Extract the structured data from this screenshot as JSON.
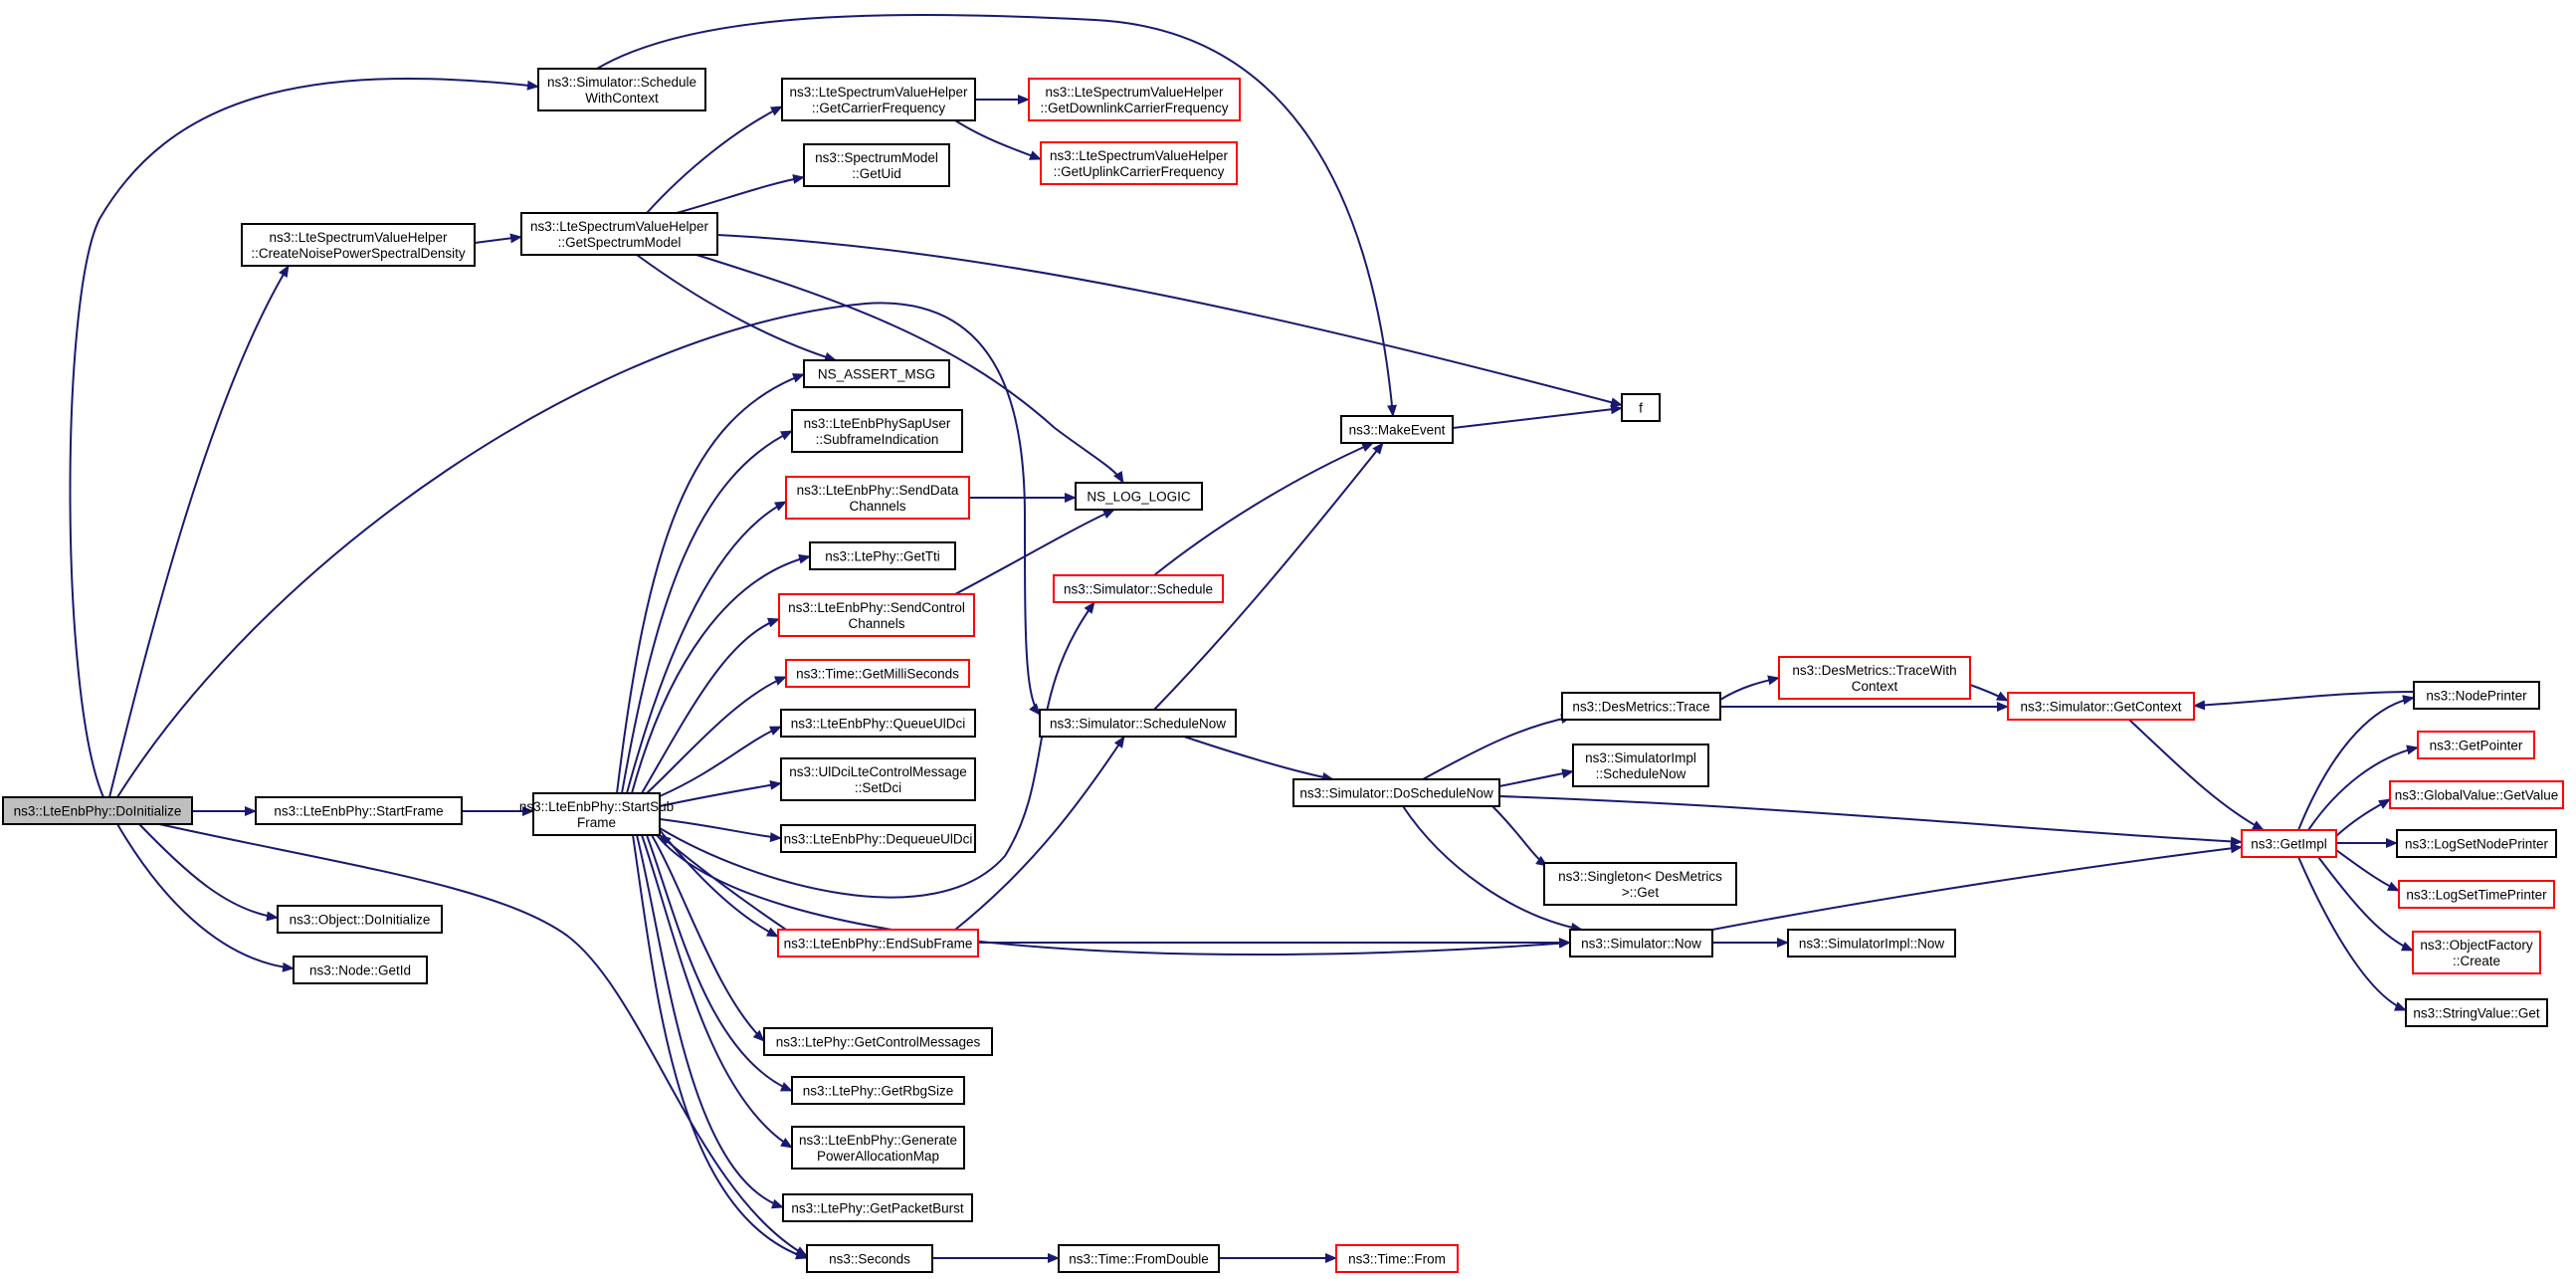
{
  "colors": {
    "edge": "#191970",
    "node_border": "#000000",
    "node_border_incomplete": "#ff0000",
    "root_fill": "#bfbfbf",
    "node_fill": "#ffffff"
  },
  "nodes": [
    {
      "id": "root",
      "lines": [
        "ns3::LteEnbPhy::DoInitialize"
      ],
      "kind": "root"
    },
    {
      "id": "schedwc",
      "lines": [
        "ns3::Simulator::Schedule",
        "WithContext"
      ],
      "kind": "normal"
    },
    {
      "id": "createnoise",
      "lines": [
        "ns3::LteSpectrumValueHelper",
        "::CreateNoisePowerSpectralDensity"
      ],
      "kind": "normal"
    },
    {
      "id": "getspec",
      "lines": [
        "ns3::LteSpectrumValueHelper",
        "::GetSpectrumModel"
      ],
      "kind": "normal"
    },
    {
      "id": "getcarrier",
      "lines": [
        "ns3::LteSpectrumValueHelper",
        "::GetCarrierFrequency"
      ],
      "kind": "normal"
    },
    {
      "id": "getdl",
      "lines": [
        "ns3::LteSpectrumValueHelper",
        "::GetDownlinkCarrierFrequency"
      ],
      "kind": "incomplete"
    },
    {
      "id": "getul",
      "lines": [
        "ns3::LteSpectrumValueHelper",
        "::GetUplinkCarrierFrequency"
      ],
      "kind": "incomplete"
    },
    {
      "id": "getuid",
      "lines": [
        "ns3::SpectrumModel",
        "::GetUid"
      ],
      "kind": "normal"
    },
    {
      "id": "assert",
      "lines": [
        "NS_ASSERT_MSG"
      ],
      "kind": "normal"
    },
    {
      "id": "sapuser",
      "lines": [
        "ns3::LteEnbPhySapUser",
        "::SubframeIndication"
      ],
      "kind": "normal"
    },
    {
      "id": "senddata",
      "lines": [
        "ns3::LteEnbPhy::SendData",
        "Channels"
      ],
      "kind": "incomplete"
    },
    {
      "id": "loglogic",
      "lines": [
        "NS_LOG_LOGIC"
      ],
      "kind": "normal"
    },
    {
      "id": "gettti",
      "lines": [
        "ns3::LtePhy::GetTti"
      ],
      "kind": "normal"
    },
    {
      "id": "sendctrl",
      "lines": [
        "ns3::LteEnbPhy::SendControl",
        "Channels"
      ],
      "kind": "incomplete"
    },
    {
      "id": "getmilli",
      "lines": [
        "ns3::Time::GetMilliSeconds"
      ],
      "kind": "incomplete"
    },
    {
      "id": "queueul",
      "lines": [
        "ns3::LteEnbPhy::QueueUlDci"
      ],
      "kind": "normal"
    },
    {
      "id": "setdci",
      "lines": [
        "ns3::UlDciLteControlMessage",
        "::SetDci"
      ],
      "kind": "normal"
    },
    {
      "id": "dequeueul",
      "lines": [
        "ns3::LteEnbPhy::DequeueUlDci"
      ],
      "kind": "normal"
    },
    {
      "id": "startframe",
      "lines": [
        "ns3::LteEnbPhy::StartFrame"
      ],
      "kind": "normal"
    },
    {
      "id": "startsub",
      "lines": [
        "ns3::LteEnbPhy::StartSub",
        "Frame"
      ],
      "kind": "normal"
    },
    {
      "id": "objinit",
      "lines": [
        "ns3::Object::DoInitialize"
      ],
      "kind": "normal"
    },
    {
      "id": "nodegetid",
      "lines": [
        "ns3::Node::GetId"
      ],
      "kind": "normal"
    },
    {
      "id": "endsub",
      "lines": [
        "ns3::LteEnbPhy::EndSubFrame"
      ],
      "kind": "incomplete"
    },
    {
      "id": "getctrlmsg",
      "lines": [
        "ns3::LtePhy::GetControlMessages"
      ],
      "kind": "normal"
    },
    {
      "id": "getrbg",
      "lines": [
        "ns3::LtePhy::GetRbgSize"
      ],
      "kind": "normal"
    },
    {
      "id": "genpower",
      "lines": [
        "ns3::LteEnbPhy::Generate",
        "PowerAllocationMap"
      ],
      "kind": "normal"
    },
    {
      "id": "getpkt",
      "lines": [
        "ns3::LtePhy::GetPacketBurst"
      ],
      "kind": "normal"
    },
    {
      "id": "seconds",
      "lines": [
        "ns3::Seconds"
      ],
      "kind": "normal"
    },
    {
      "id": "fromdouble",
      "lines": [
        "ns3::Time::FromDouble"
      ],
      "kind": "normal"
    },
    {
      "id": "timefrom",
      "lines": [
        "ns3::Time::From"
      ],
      "kind": "incomplete"
    },
    {
      "id": "makeevent",
      "lines": [
        "ns3::MakeEvent"
      ],
      "kind": "normal"
    },
    {
      "id": "f",
      "lines": [
        "f"
      ],
      "kind": "normal"
    },
    {
      "id": "schedule",
      "lines": [
        "ns3::Simulator::Schedule"
      ],
      "kind": "incomplete"
    },
    {
      "id": "schednow",
      "lines": [
        "ns3::Simulator::ScheduleNow"
      ],
      "kind": "normal"
    },
    {
      "id": "doschednow",
      "lines": [
        "ns3::Simulator::DoScheduleNow"
      ],
      "kind": "normal"
    },
    {
      "id": "destrace",
      "lines": [
        "ns3::DesMetrics::Trace"
      ],
      "kind": "normal"
    },
    {
      "id": "tracewith",
      "lines": [
        "ns3::DesMetrics::TraceWith",
        "Context"
      ],
      "kind": "incomplete"
    },
    {
      "id": "implsched",
      "lines": [
        "ns3::SimulatorImpl",
        "::ScheduleNow"
      ],
      "kind": "normal"
    },
    {
      "id": "singleton",
      "lines": [
        "ns3::Singleton< DesMetrics",
        "&gt;::Get"
      ],
      "kind": "normal"
    },
    {
      "id": "simnow",
      "lines": [
        "ns3::Simulator::Now"
      ],
      "kind": "normal"
    },
    {
      "id": "implnow",
      "lines": [
        "ns3::SimulatorImpl::Now"
      ],
      "kind": "normal"
    },
    {
      "id": "getcontext",
      "lines": [
        "ns3::Simulator::GetContext"
      ],
      "kind": "incomplete"
    },
    {
      "id": "getimpl",
      "lines": [
        "ns3::GetImpl"
      ],
      "kind": "incomplete"
    },
    {
      "id": "nodeprinter",
      "lines": [
        "ns3::NodePrinter"
      ],
      "kind": "normal"
    },
    {
      "id": "getpointer",
      "lines": [
        "ns3::GetPointer"
      ],
      "kind": "incomplete"
    },
    {
      "id": "globalget",
      "lines": [
        "ns3::GlobalValue::GetValue"
      ],
      "kind": "incomplete"
    },
    {
      "id": "logsetnode",
      "lines": [
        "ns3::LogSetNodePrinter"
      ],
      "kind": "normal"
    },
    {
      "id": "logsettime",
      "lines": [
        "ns3::LogSetTimePrinter"
      ],
      "kind": "incomplete"
    },
    {
      "id": "objfactory",
      "lines": [
        "ns3::ObjectFactory",
        "::Create"
      ],
      "kind": "incomplete"
    },
    {
      "id": "stringget",
      "lines": [
        "ns3::StringValue::Get"
      ],
      "kind": "normal"
    }
  ]
}
